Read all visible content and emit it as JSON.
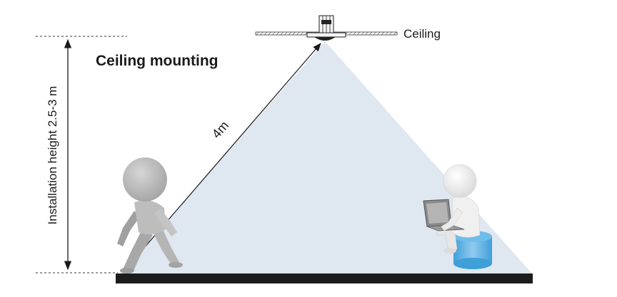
{
  "diagram": {
    "title": "Ceiling mounting",
    "ceiling_label": "Ceiling",
    "height_label": "Installation height 2.5-3 m",
    "distance_label": "4m"
  },
  "colors": {
    "detection_cone": "#dfe7f1",
    "floor": "#1c1c1c",
    "figure_gray": "#bdbdbd",
    "figure_light": "#f2f2f2",
    "seat_blue": "#5eb3e4",
    "laptop": "#8a8a8a"
  },
  "icons": {
    "sensor": "ceiling-sensor-icon",
    "walking_person": "walking-person-icon",
    "seated_person": "seated-person-with-laptop-icon"
  }
}
